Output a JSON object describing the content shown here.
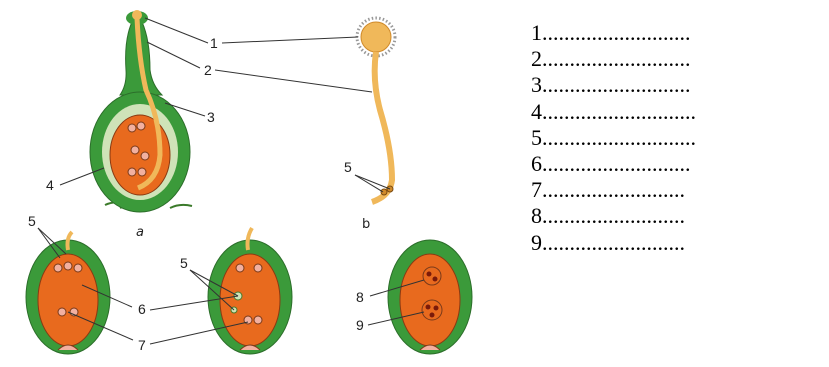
{
  "figure": {
    "part_labels": [
      "1",
      "2",
      "3",
      "4",
      "5",
      "6",
      "7",
      "8",
      "9"
    ],
    "panel_labels": {
      "a": "a",
      "b": "b"
    }
  },
  "answers": [
    {
      "num": "1",
      "dots": "..........................."
    },
    {
      "num": "2",
      "dots": "..........................."
    },
    {
      "num": "3",
      "dots": "..........................."
    },
    {
      "num": "4",
      "dots": "............................"
    },
    {
      "num": "5",
      "dots": "............................"
    },
    {
      "num": "6",
      "dots": "..........................."
    },
    {
      "num": "7",
      "dots": ".........................."
    },
    {
      "num": "8",
      "dots": ".........................."
    },
    {
      "num": "9",
      "dots": ".........................."
    }
  ]
}
